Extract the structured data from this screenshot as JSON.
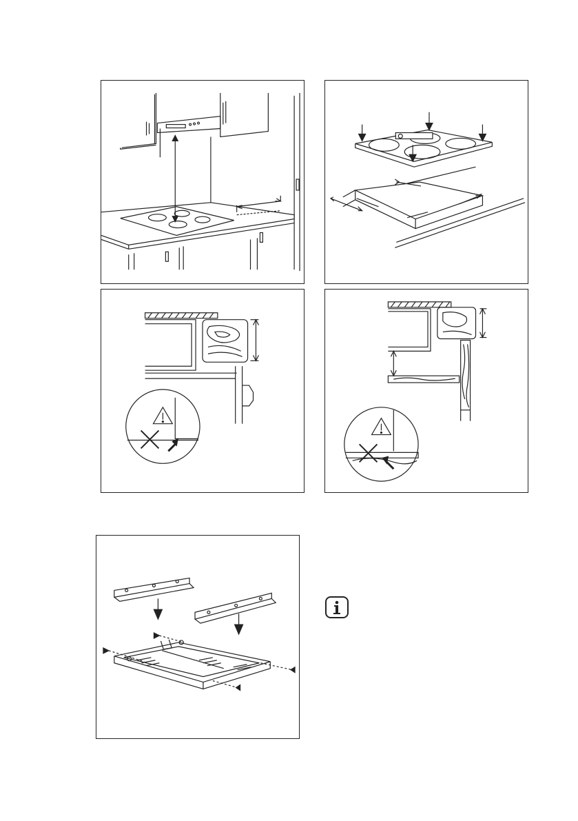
{
  "document": {
    "figures": [
      {
        "id": "hob-under-hood",
        "label": ""
      },
      {
        "id": "hob-into-cutout",
        "label": ""
      },
      {
        "id": "drawer-clearance",
        "label": ""
      },
      {
        "id": "shelf-clearance",
        "label": ""
      },
      {
        "id": "protection-box-assembly",
        "label": ""
      }
    ],
    "info_icon": {
      "symbol": "i",
      "icon": "info-icon"
    },
    "warning_icon": {
      "symbol": "!",
      "icon": "warning-triangle-icon"
    },
    "prohibited_icon": {
      "icon": "cross-mark-icon"
    }
  },
  "colors": {
    "line": "#222222",
    "background": "#ffffff"
  }
}
